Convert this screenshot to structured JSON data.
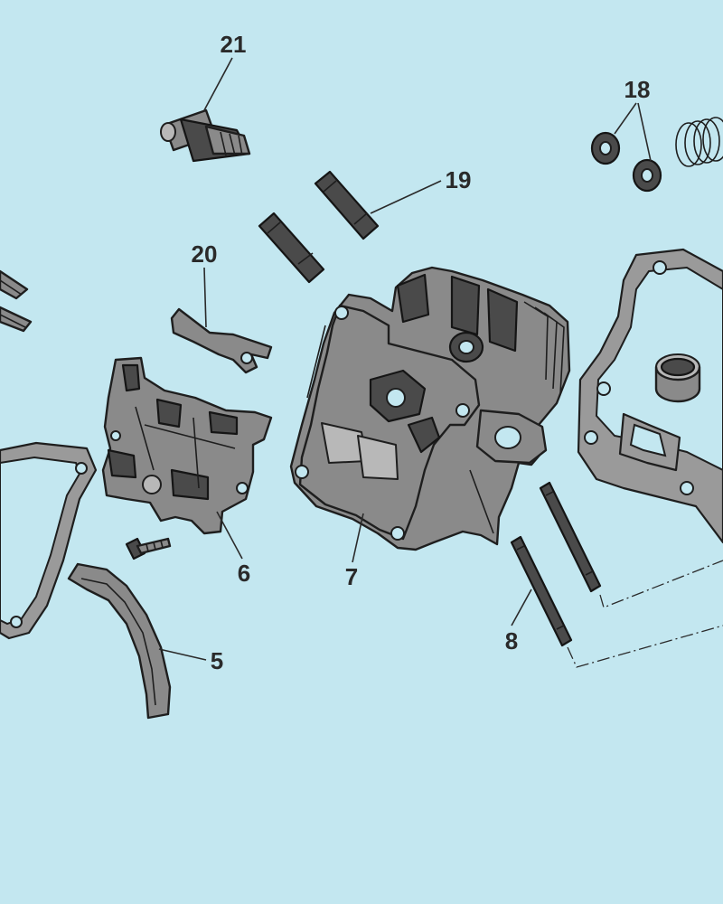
{
  "background_color": "#c3e7f0",
  "line_color": "#2a2a2a",
  "part_color": "#8a8a8a",
  "callouts": {
    "c21": "21",
    "c18": "18",
    "c19": "19",
    "c20": "20",
    "c6": "6",
    "c7": "7",
    "c8": "8",
    "c5": "5"
  }
}
